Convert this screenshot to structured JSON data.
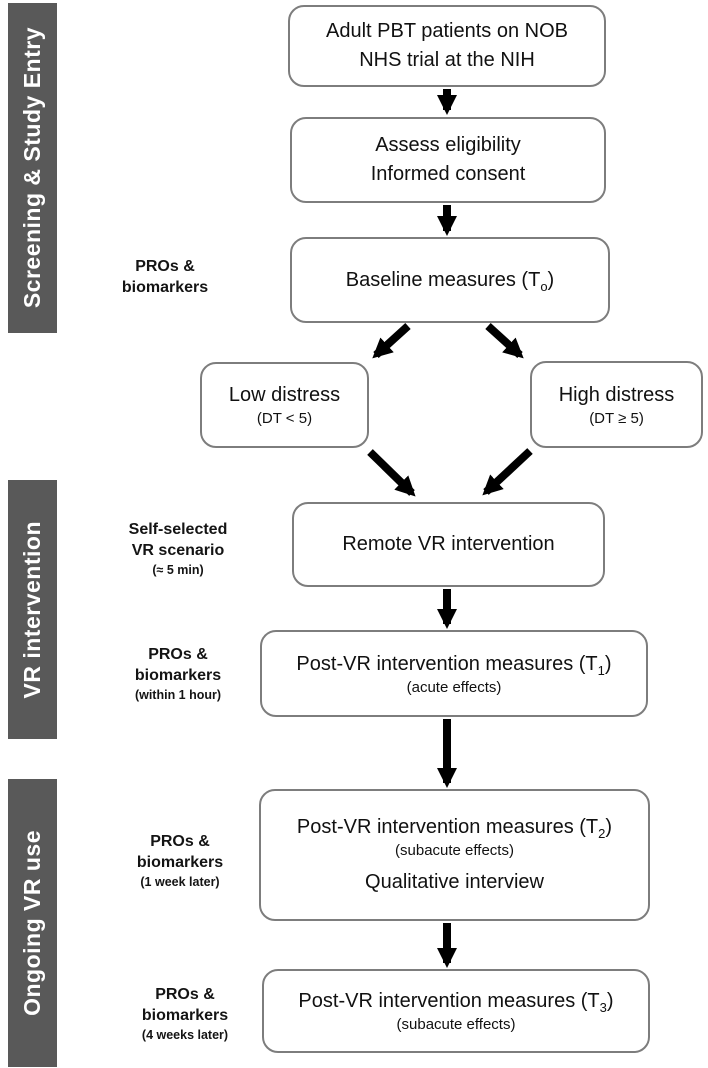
{
  "figure": {
    "type": "study-flow-diagram",
    "colors": {
      "section_bar": "#595959",
      "box_border": "#7d7d7d",
      "arrow": "#000000",
      "text": "#111111",
      "bar_text": "#ffffff"
    }
  },
  "sidebar": {
    "sections": [
      {
        "label": "Screening & Study Entry"
      },
      {
        "label": "VR intervention"
      },
      {
        "label": "Ongoing VR use"
      }
    ]
  },
  "annotations": [
    {
      "line1": "PROs &",
      "line2": "biomarkers",
      "note": ""
    },
    {
      "line1": "Self-selected",
      "line2": "VR scenario",
      "note": "(≈ 5 min)"
    },
    {
      "line1": "PROs &",
      "line2": "biomarkers",
      "note": "(within 1 hour)"
    },
    {
      "line1": "PROs &",
      "line2": "biomarkers",
      "note": "(1 week later)"
    },
    {
      "line1": "PROs &",
      "line2": "biomarkers",
      "note": "(4 weeks later)"
    }
  ],
  "boxes": [
    {
      "line1": "Adult PBT patients on NOB",
      "line2": "NHS trial at the NIH"
    },
    {
      "line1": "Assess eligibility",
      "line2": "Informed consent"
    },
    {
      "pre": "Baseline measures (T",
      "sub": "o",
      "post": ")"
    },
    {
      "line1": "Low distress",
      "note": "(DT < 5)"
    },
    {
      "line1": "High distress",
      "note": "(DT ≥ 5)"
    },
    {
      "line1": "Remote VR intervention"
    },
    {
      "pre": "Post-VR intervention measures (T",
      "sub": "1",
      "post": ")",
      "note": "(acute effects)"
    },
    {
      "pre": "Post-VR intervention measures (T",
      "sub": "2",
      "post": ")",
      "note": "(subacute effects)",
      "extra": "Qualitative interview"
    },
    {
      "pre": "Post-VR intervention measures (T",
      "sub": "3",
      "post": ")",
      "note": "(subacute effects)"
    }
  ]
}
